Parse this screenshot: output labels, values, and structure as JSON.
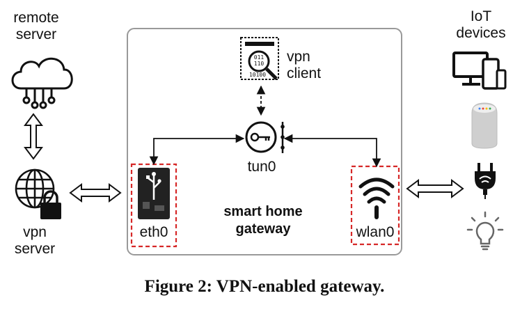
{
  "nodes": {
    "remote_server": [
      "remote",
      "server"
    ],
    "vpn_server": [
      "vpn",
      "server"
    ],
    "vpn_client": [
      "vpn",
      "client"
    ],
    "tun0": "tun0",
    "eth0": "eth0",
    "wlan0": "wlan0",
    "gateway": [
      "smart home",
      "gateway"
    ],
    "iot_devices": [
      "IoT",
      "devices"
    ]
  },
  "icons": [
    "cloud-icon",
    "globe-lock-icon",
    "code-search-icon",
    "key-icon",
    "usb-board-icon",
    "wifi-icon",
    "computer-icon",
    "smart-speaker-icon",
    "smart-plug-icon",
    "light-bulb-icon"
  ],
  "colors": {
    "dashed_box": "#d62828",
    "gateway_border": "#999999",
    "line": "#111111"
  },
  "caption": "Figure 2: VPN-enabled gateway."
}
